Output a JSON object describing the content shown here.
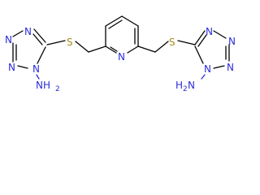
{
  "molecule": {
    "atoms": {
      "left_ring_n1": "N",
      "left_ring_n2": "N",
      "left_ring_n4": "N",
      "left_s": "S",
      "left_amine": "NH",
      "left_amine_sub": "2",
      "pyridine_n": "N",
      "right_s": "S",
      "right_ring_n1": "N",
      "right_ring_n2": "N",
      "right_ring_n4": "N",
      "right_amine": "H",
      "right_amine_sub": "2",
      "right_amine_n": "N"
    },
    "colors": {
      "carbon_bond": "#000000",
      "nitrogen": "#2b2bd9",
      "sulfur": "#a88a1a"
    }
  }
}
